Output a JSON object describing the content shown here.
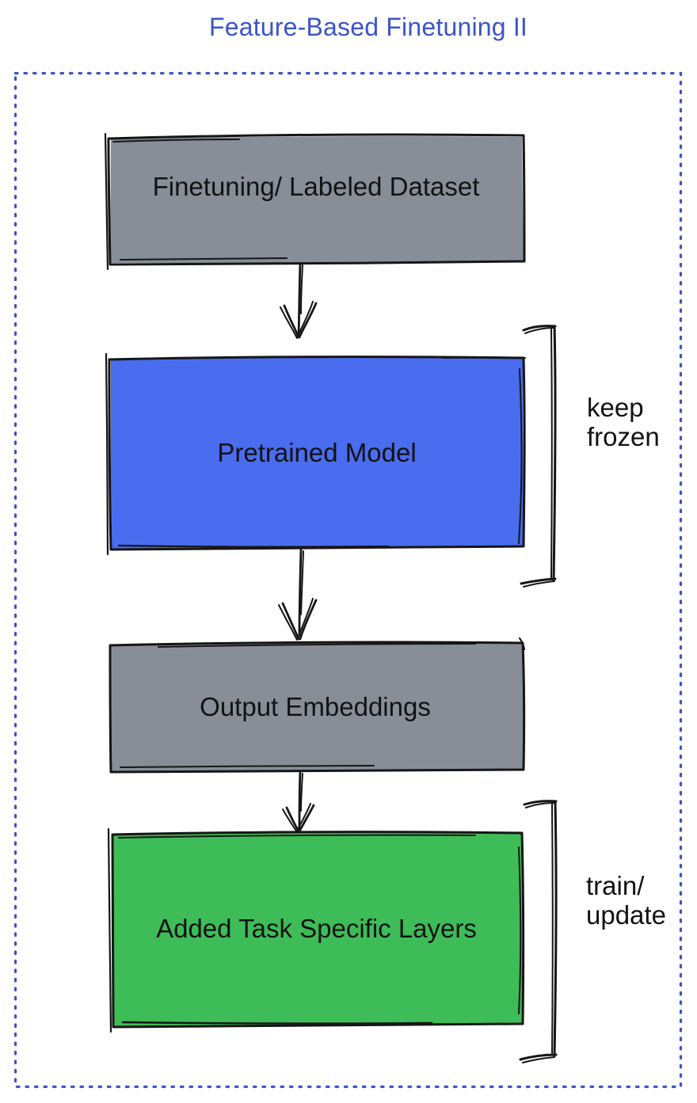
{
  "title": "Feature-Based Finetuning II",
  "colors": {
    "accent_blue": "#3C54C8",
    "ink": "#161616",
    "box_gray": "#878E98",
    "box_blue": "#4A6CEF",
    "box_green": "#3EBC58"
  },
  "diagram": {
    "boxes": [
      {
        "id": "finetuning-dataset",
        "label": "Finetuning/ Labeled Dataset"
      },
      {
        "id": "pretrained-model",
        "label": "Pretrained Model"
      },
      {
        "id": "output-embeddings",
        "label": "Output Embeddings"
      },
      {
        "id": "task-specific-layers",
        "label": "Added Task Specific Layers"
      }
    ],
    "side_labels": [
      {
        "id": "keep-frozen",
        "label": "keep\nfrozen"
      },
      {
        "id": "train-update",
        "label": "train/\nupdate"
      }
    ]
  }
}
